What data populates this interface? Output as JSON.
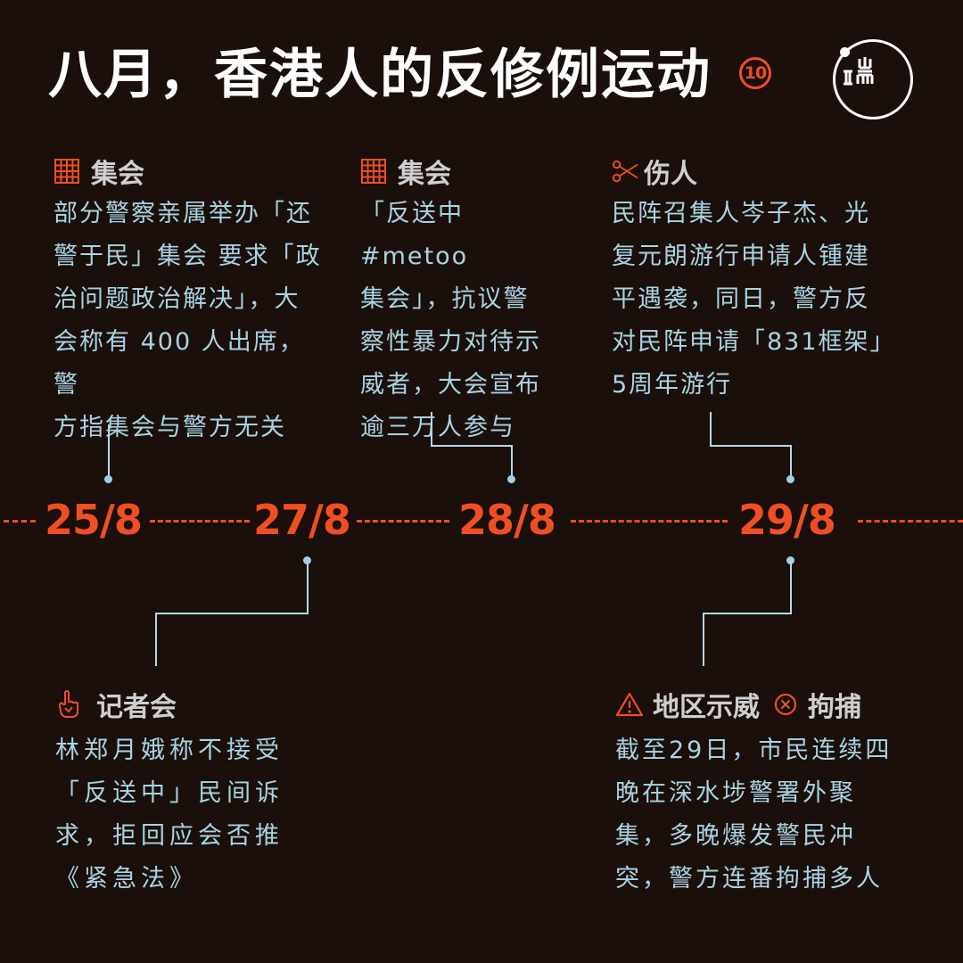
{
  "header": {
    "title": "八月，香港人的反修例运动",
    "part_number": "10",
    "logo_text_top": "山",
    "logo_text_bottom": "工 而",
    "logo_name": "端 logo"
  },
  "colors": {
    "background": "#1a0f0b",
    "accent": "#f04e23",
    "body_text": "#a9d3e3",
    "category_text": "#cfcfcf",
    "connector": "#b9d7e3"
  },
  "timeline": {
    "dates": [
      "25/8",
      "27/8",
      "28/8",
      "29/8"
    ]
  },
  "events": [
    {
      "date": "25/8",
      "position": "top",
      "categories": [
        {
          "icon": "grid-icon",
          "label": "集会"
        }
      ],
      "lines": [
        "部分警察亲属举办「还",
        "警于民」集会 要求「政",
        "治问题政治解决」，大",
        "会称有 400 人出席，警",
        "方指集会与警方无关"
      ]
    },
    {
      "date": "28/8",
      "position": "top",
      "categories": [
        {
          "icon": "grid-icon",
          "label": "集会"
        }
      ],
      "lines": [
        "「反送中#metoo",
        "集会」，抗议警",
        "察性暴力对待示",
        "威者，大会宣布",
        "逾三万人参与"
      ]
    },
    {
      "date": "29/8",
      "position": "top",
      "categories": [
        {
          "icon": "scissors-icon",
          "label": "伤人"
        }
      ],
      "lines": [
        "民阵召集人岑子杰、光",
        "复元朗游行申请人锺建",
        "平遇袭，同日，警方反",
        "对民阵申请「831框架」",
        "5周年游行"
      ]
    },
    {
      "date": "27/8",
      "position": "bottom",
      "categories": [
        {
          "icon": "pointing-hand-icon",
          "label": "记者会"
        }
      ],
      "lines": [
        "林郑月娥称不接受",
        "「反送中」民间诉",
        "求，拒回应会否推",
        "《紧急法》"
      ]
    },
    {
      "date": "29/8",
      "position": "bottom",
      "categories": [
        {
          "icon": "warning-icon",
          "label": "地区示威"
        },
        {
          "icon": "x-circle-icon",
          "label": "拘捕"
        }
      ],
      "lines": [
        "截至29日，市民连续四",
        "晚在深水埗警署外聚",
        "集，多晚爆发警民冲",
        "突，警方连番拘捕多人"
      ]
    }
  ]
}
